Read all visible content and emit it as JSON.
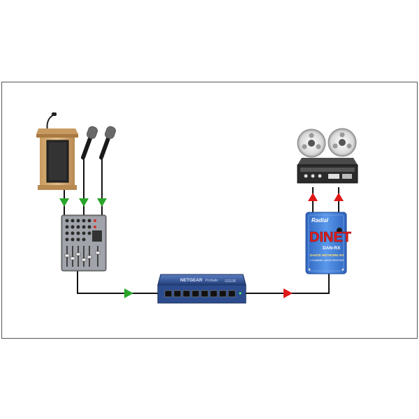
{
  "colors": {
    "wire": "#111111",
    "arrow_in": "#2aa52a",
    "arrow_out": "#e01818",
    "podium_wood": "#d6b07a",
    "podium_panel": "#2a2a2a",
    "mixer_body": "#8c8f96",
    "switch_body": "#2c4c8e",
    "di_body": "#3a78d4",
    "di_text": "#e61e1e",
    "recorder_body": "#2b2b2b"
  },
  "devices": {
    "podium": {
      "icon": "podium-icon"
    },
    "mic_1": {
      "icon": "microphone-icon"
    },
    "mic_2": {
      "icon": "microphone-icon"
    },
    "mixer": {
      "icon": "mixer-icon"
    },
    "network_switch": {
      "icon": "network-switch-icon",
      "brand": "NETGEAR",
      "caption": "ProSafe",
      "model": "GS108"
    },
    "di_box": {
      "icon": "di-box-icon",
      "brand": "Radial",
      "name": "DINET",
      "model": "DAN-RX",
      "subtitle": "DANTE NETWORK RX",
      "tagline": "2 CHANNEL AUDIO RECEIVER"
    },
    "tape_recorder": {
      "icon": "reel-to-reel-icon"
    }
  }
}
